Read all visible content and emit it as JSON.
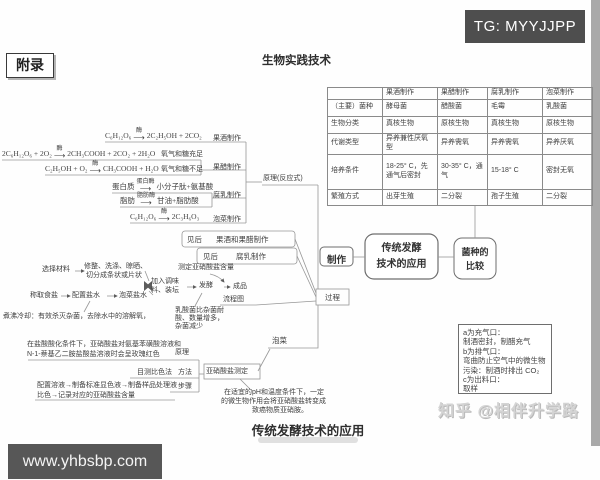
{
  "badges": {
    "tg": "TG: MYYJJPP",
    "appendix": "附录",
    "site": "www.yhbsbp.com",
    "zhihu": "知乎 @相伴升学路"
  },
  "titles": {
    "page": "生物实践技术",
    "footer": "传统发酵技术的应用"
  },
  "colors": {
    "badge_bg": "#4e4e4e",
    "site_bar_bg": "#575757",
    "line": "#999999",
    "text": "#3f3f3f",
    "scrollbar": "#a9a9a9",
    "watermark": "#d4d4d4"
  },
  "center": {
    "make": "制作",
    "main_line1": "传统发酵",
    "main_line2": "技术的应用",
    "compare_line1": "菌种的",
    "compare_line2": "比较",
    "principle": "原理(反应式)",
    "process": "过程"
  },
  "reactions": {
    "wine": {
      "lhs": "C₆H₁₂O₆",
      "enzyme": "酶",
      "rhs": "2C₂H₅OH + 2CO₂",
      "tag": "果酒制作"
    },
    "vinegar_full": {
      "lhs": "2C₆H₁₂O₆ + 2O₂",
      "enzyme": "酶",
      "rhs": "2CH₃COOH + 2CO₂ + 2H₂O",
      "note": "氧气和糖充足"
    },
    "vinegar_low": {
      "lhs": "C₂H₅OH + O₂",
      "enzyme": "酶",
      "rhs": "CH₃COOH + H₂O",
      "note": "氧气和糖不足",
      "tag": "果醋制作"
    },
    "protein": {
      "lhs": "蛋白质",
      "enzyme": "蛋白酶",
      "rhs": "小分子肽+氨基酸"
    },
    "fat": {
      "lhs": "脂肪",
      "enzyme": "脂肪酶",
      "rhs": "甘油+脂肪酸",
      "tag": "腐乳制作"
    },
    "lactic": {
      "lhs": "C₆H₁₂O₆",
      "enzyme": "酶",
      "rhs": "2C₃H₆O₃",
      "tag": "泡菜制作"
    }
  },
  "process_branch": {
    "see_later1": "见后",
    "wine_vinegar": "果酒和果醋制作",
    "see_later2": "见后",
    "sufu": "腐乳制作",
    "paocai": "泡菜"
  },
  "paocai_flow": {
    "select": "选择材料",
    "prep1": "修整、洗涤、晾晒、",
    "prep2": "切分成条状或片状",
    "weigh": "称取食盐",
    "brine": "配置盐水",
    "paocai_brine": "泡菜盐水",
    "boil_note": "煮沸冷却：有效杀灭杂菌，去除水中的溶解氧，",
    "add1": "加入调味",
    "add2": "料、装坛",
    "ferment": "发酵",
    "product": "成品",
    "measure": "测定亚硝酸盐含量",
    "flowchart": "流程图",
    "lactic1": "乳酸菌比杂菌耐",
    "lactic2": "酸、数量增多，",
    "lactic3": "杂菌减少"
  },
  "nitrite": {
    "principle1": "在盐酸酸化条件下，亚硝酸盐对氨基苯磺酸溶液和",
    "principle2": "N-1-萘基乙二胺盐酸盐溶液时会呈玫瑰红色",
    "principle_label": "原理",
    "method": "目测比色法",
    "method_label": "方法",
    "steps1": "配置溶液→制备标准显色液→制备样品处理液→",
    "steps2": "比色→记录对应的亚硝酸盐含量",
    "steps_label": "步骤",
    "title": "亚硝酸盐测定",
    "note1": "在适宜的pH和温度条件下，一定",
    "note2": "的微生物作用会将亚硝酸盐转变成",
    "note3": "致癌物质亚硝胺。"
  },
  "device_box": {
    "lines": [
      "a为充气口：",
      "制酒密封，制醋充气",
      "b为排气口：",
      "弯曲防止空气中的微生物",
      "污染：制酒时排出 CO₂",
      "c为出料口：",
      "取样"
    ]
  },
  "table": {
    "headers": [
      "",
      "果酒制作",
      "果醋制作",
      "腐乳制作",
      "泡菜制作"
    ],
    "rows": [
      {
        "label": "（主要）菌种",
        "cells": [
          "酵母菌",
          "醋酸菌",
          "毛霉",
          "乳酸菌"
        ]
      },
      {
        "label": "生物分类",
        "cells": [
          "真核生物",
          "原核生物",
          "真核生物",
          "原核生物"
        ]
      },
      {
        "label": "代谢类型",
        "cells": [
          "异养兼性厌氧型",
          "异养需氧",
          "异养需氧",
          "异养厌氧"
        ]
      },
      {
        "label": "培养条件",
        "cells": [
          "18-25° C，先通气后密封",
          "30-35° C，通气",
          "15-18° C",
          "密封无氧"
        ]
      },
      {
        "label": "繁殖方式",
        "cells": [
          "出芽生殖",
          "二分裂",
          "孢子生殖",
          "二分裂"
        ]
      }
    ]
  }
}
